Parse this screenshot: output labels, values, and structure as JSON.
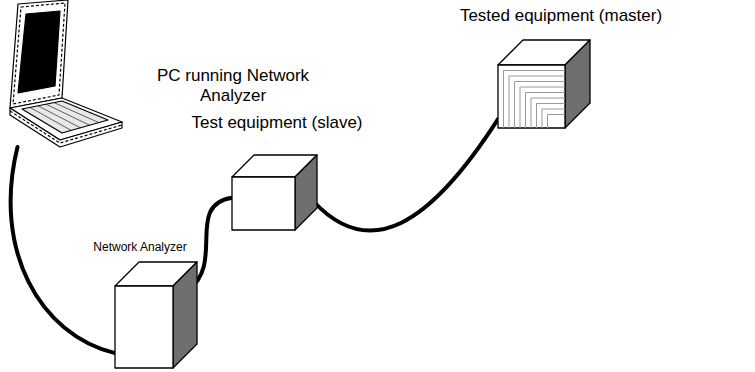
{
  "diagram": {
    "nodes": [
      {
        "text": [
          "PC running Network Analyzer"
        ]
      },
      {
        "text": [
          "Test equipment (slave)"
        ]
      },
      {
        "text": [
          "Tested equipment (master)"
        ]
      },
      {
        "text": [
          "Network Analyzer"
        ]
      }
    ],
    "edges": [
      {
        "from": 0,
        "to": 3,
        "arrow": "none"
      },
      {
        "from": 3,
        "to": 1,
        "arrow": "none"
      },
      {
        "from": 1,
        "to": 2,
        "arrow": "none"
      }
    ]
  }
}
